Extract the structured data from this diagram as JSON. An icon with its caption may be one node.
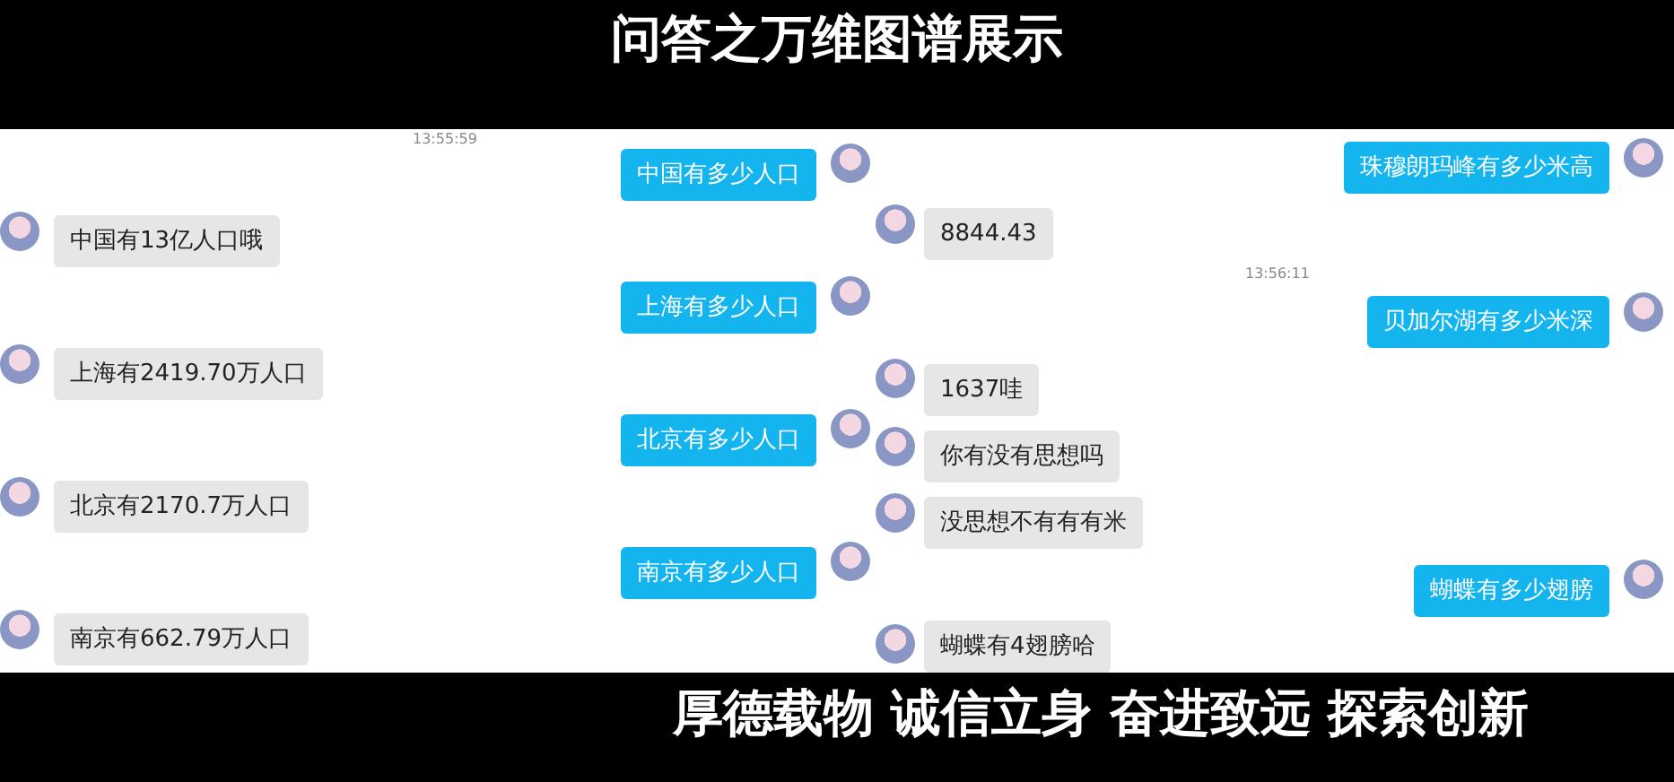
{
  "diagram": {
    "title": "问答之万维图谱展示",
    "nodes": [
      {
        "text": [
          "中国有多少人口"
        ]
      },
      {
        "text": [
          "珠穆朗玛峰有多少米高"
        ]
      },
      {
        "text": [
          "8844.43"
        ]
      },
      {
        "text": [
          "中国有13亿人口哦"
        ]
      },
      {
        "text": [
          "上海有多少人口"
        ]
      },
      {
        "text": [
          "贝加尔湖有多少米深"
        ]
      },
      {
        "text": [
          "上海有2419.70万人口"
        ]
      },
      {
        "text": [
          "1637哇"
        ]
      },
      {
        "text": [
          "北京有多少人口"
        ]
      },
      {
        "text": [
          "你有没有思想吗"
        ]
      },
      {
        "text": [
          "北京有2170.7万人口"
        ]
      },
      {
        "text": [
          "没思想不有有有米"
        ]
      },
      {
        "text": [
          "南京有多少人口"
        ]
      },
      {
        "text": [
          "蝴蝶有多少翅膀"
        ]
      },
      {
        "text": [
          "南京有662.79万人口"
        ]
      },
      {
        "text": [
          "蝴蝶有4翅膀哈"
        ]
      }
    ],
    "labels": [
      "13:55:59",
      "13:56:11",
      "厚德载物 诚信立身 奋进致远 探索创新"
    ]
  }
}
